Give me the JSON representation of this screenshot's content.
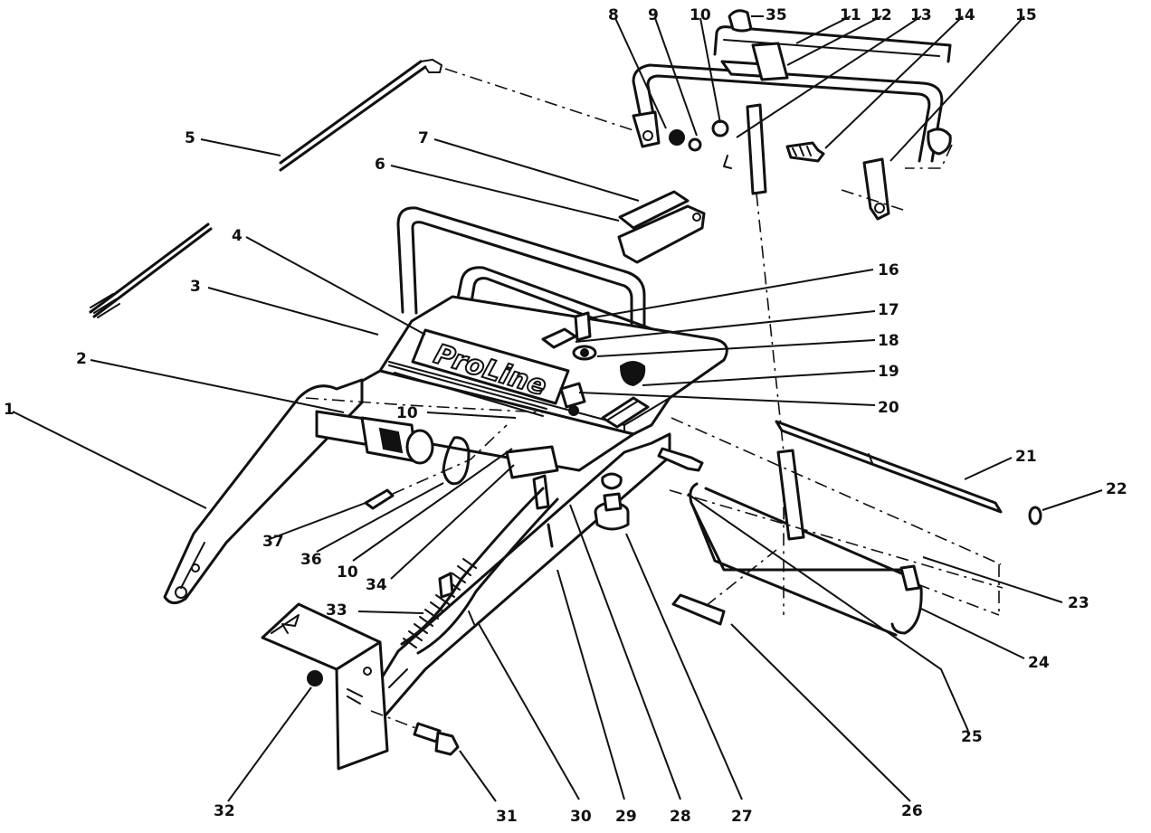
{
  "brand_text": "ProLine",
  "callouts": [
    {
      "id": "c1",
      "label": "1"
    },
    {
      "id": "c2",
      "label": "2"
    },
    {
      "id": "c3",
      "label": "3"
    },
    {
      "id": "c4",
      "label": "4"
    },
    {
      "id": "c5",
      "label": "5"
    },
    {
      "id": "c6",
      "label": "6"
    },
    {
      "id": "c7",
      "label": "7"
    },
    {
      "id": "c8",
      "label": "8"
    },
    {
      "id": "c9",
      "label": "9"
    },
    {
      "id": "c10a",
      "label": "10"
    },
    {
      "id": "c11",
      "label": "11"
    },
    {
      "id": "c12",
      "label": "12"
    },
    {
      "id": "c13",
      "label": "13"
    },
    {
      "id": "c14",
      "label": "14"
    },
    {
      "id": "c15",
      "label": "15"
    },
    {
      "id": "c16",
      "label": "16"
    },
    {
      "id": "c17",
      "label": "17"
    },
    {
      "id": "c18",
      "label": "18"
    },
    {
      "id": "c19",
      "label": "19"
    },
    {
      "id": "c20",
      "label": "20"
    },
    {
      "id": "c21",
      "label": "21"
    },
    {
      "id": "c22",
      "label": "22"
    },
    {
      "id": "c23",
      "label": "23"
    },
    {
      "id": "c24",
      "label": "24"
    },
    {
      "id": "c25",
      "label": "25"
    },
    {
      "id": "c26",
      "label": "26"
    },
    {
      "id": "c27",
      "label": "27"
    },
    {
      "id": "c28",
      "label": "28"
    },
    {
      "id": "c29",
      "label": "29"
    },
    {
      "id": "c30",
      "label": "30"
    },
    {
      "id": "c31",
      "label": "31"
    },
    {
      "id": "c32",
      "label": "32"
    },
    {
      "id": "c33",
      "label": "33"
    },
    {
      "id": "c34",
      "label": "34"
    },
    {
      "id": "c10b",
      "label": "10"
    },
    {
      "id": "c36",
      "label": "36"
    },
    {
      "id": "c37",
      "label": "37"
    },
    {
      "id": "c10c",
      "label": "10"
    },
    {
      "id": "c35",
      "label": "35"
    }
  ]
}
